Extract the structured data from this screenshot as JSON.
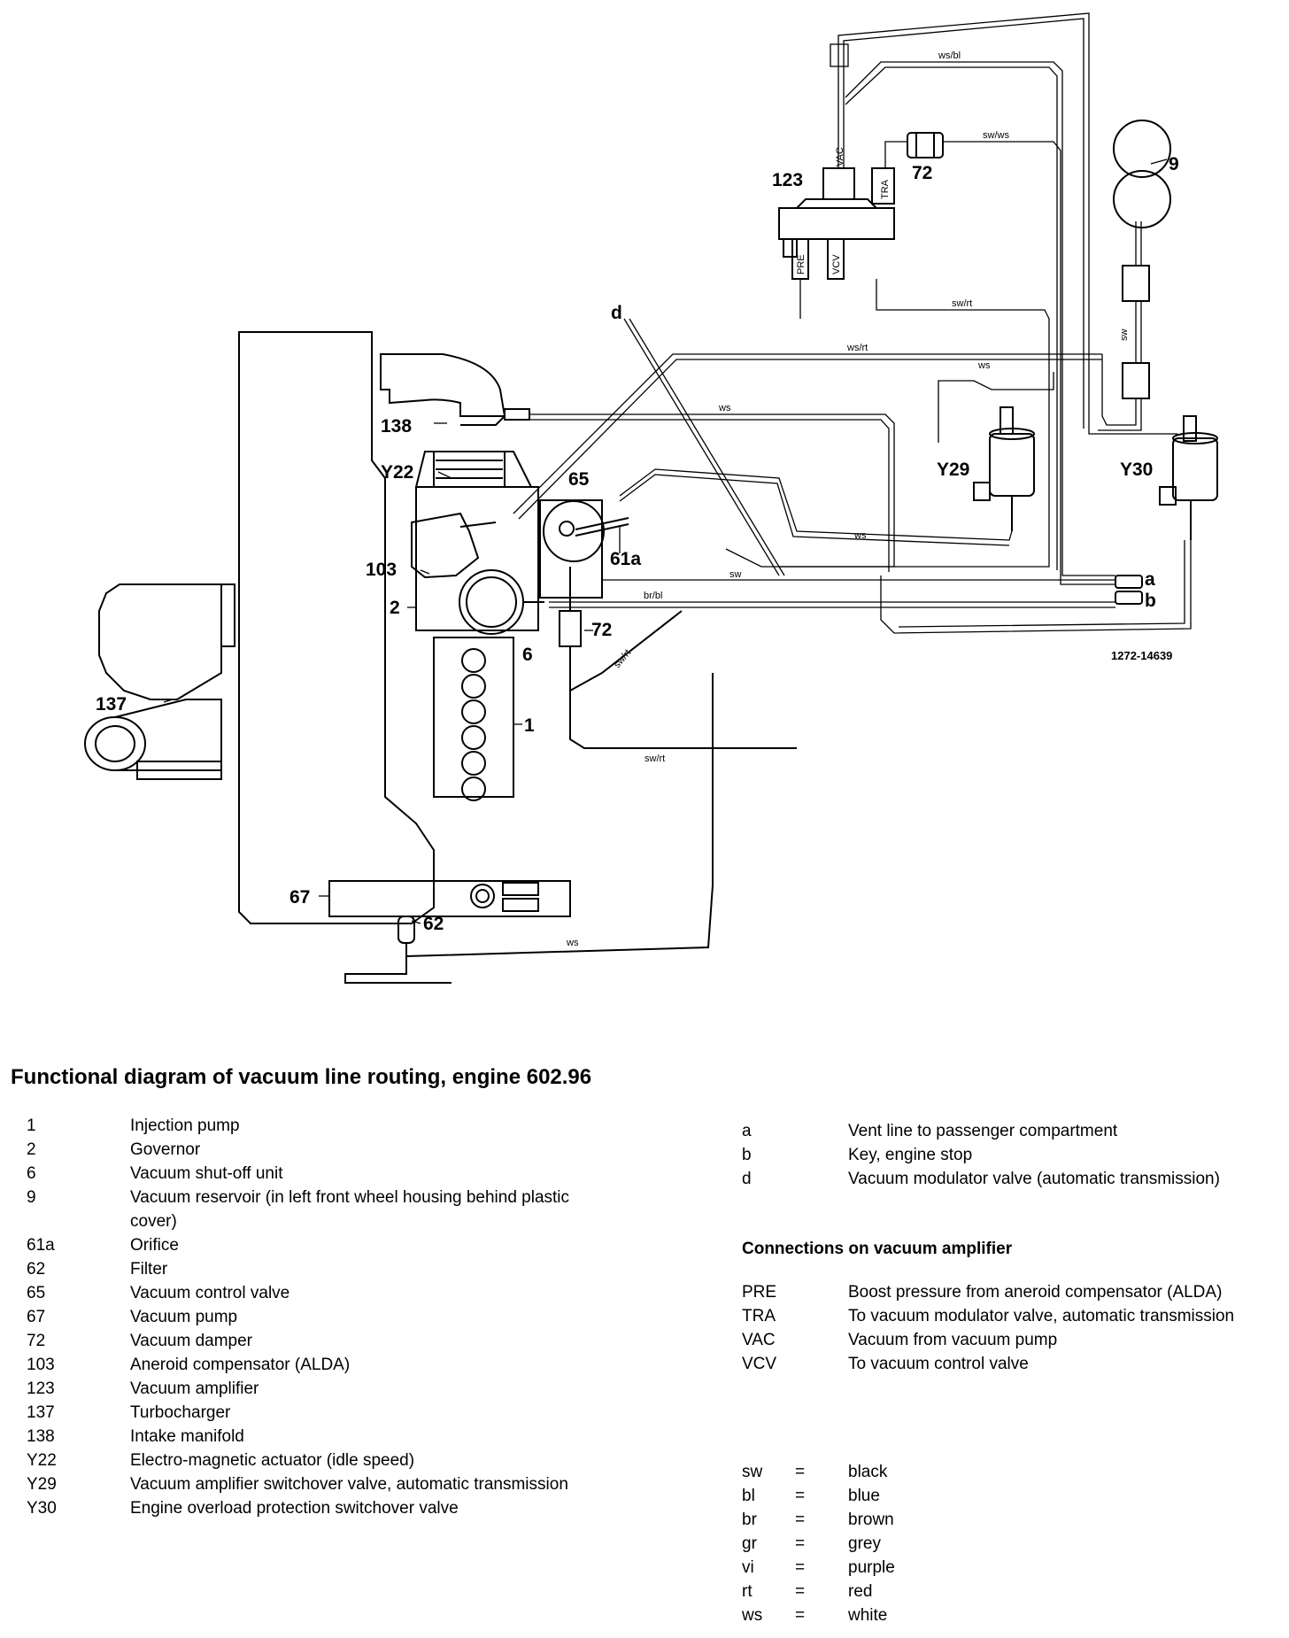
{
  "diagram": {
    "figure_number": "1272-14639",
    "component_labels": {
      "l1": "1",
      "l2": "2",
      "l6": "6",
      "l9": "9",
      "l61a": "61a",
      "l62": "62",
      "l65": "65",
      "l67": "67",
      "l72a": "72",
      "l72b": "72",
      "l103": "103",
      "l123": "123",
      "l137": "137",
      "l138": "138",
      "lY22": "Y22",
      "lY29": "Y29",
      "lY30": "Y30",
      "la": "a",
      "lb": "b",
      "ld": "d"
    },
    "port_labels": {
      "vac": "VAC",
      "tra": "TRA",
      "pre": "PRE",
      "vcv": "VCV"
    },
    "line_labels": {
      "wsbl": "ws/bl",
      "swws": "sw/ws",
      "swrt1": "sw/rt",
      "wsrt": "ws/rt",
      "ws1": "ws",
      "ws2": "ws",
      "ws3": "ws",
      "ws4": "ws",
      "sw1": "sw",
      "sw2": "sw",
      "brbl": "br/bl",
      "swrt2": "sw/rt",
      "swrt3": "sw/rt"
    }
  },
  "caption": "Functional diagram of vacuum line routing, engine 602.96",
  "legend_left": [
    {
      "key": "1",
      "text": "Injection pump"
    },
    {
      "key": "2",
      "text": "Governor"
    },
    {
      "key": "6",
      "text": "Vacuum shut-off unit"
    },
    {
      "key": "9",
      "text": "Vacuum reservoir (in left front wheel housing behind plastic cover)"
    },
    {
      "key": "61a",
      "text": "Orifice"
    },
    {
      "key": "62",
      "text": "Filter"
    },
    {
      "key": "65",
      "text": "Vacuum control valve"
    },
    {
      "key": "67",
      "text": "Vacuum pump"
    },
    {
      "key": "72",
      "text": "Vacuum damper"
    },
    {
      "key": "103",
      "text": "Aneroid compensator (ALDA)"
    },
    {
      "key": "123",
      "text": "Vacuum amplifier"
    },
    {
      "key": "137",
      "text": "Turbocharger"
    },
    {
      "key": "138",
      "text": "Intake manifold"
    },
    {
      "key": "Y22",
      "text": "Electro-magnetic actuator (idle speed)"
    },
    {
      "key": "Y29",
      "text": "Vacuum amplifier switchover valve, automatic transmission"
    },
    {
      "key": "Y30",
      "text": "Engine overload protection switchover valve"
    }
  ],
  "legend_right": [
    {
      "key": "a",
      "text": "Vent line to passenger compartment"
    },
    {
      "key": "b",
      "text": "Key, engine stop"
    },
    {
      "key": "d",
      "text": "Vacuum modulator valve (automatic transmission)"
    }
  ],
  "connections_heading": "Connections on vacuum amplifier",
  "connections": [
    {
      "key": "PRE",
      "text": "Boost pressure from aneroid compensator (ALDA)"
    },
    {
      "key": "TRA",
      "text": "To vacuum modulator valve, automatic transmission"
    },
    {
      "key": "VAC",
      "text": "Vacuum from vacuum pump"
    },
    {
      "key": "VCV",
      "text": "To vacuum control valve"
    }
  ],
  "colors": [
    {
      "key": "sw",
      "eq": "=",
      "text": "black"
    },
    {
      "key": "bl",
      "eq": "=",
      "text": "blue"
    },
    {
      "key": "br",
      "eq": "=",
      "text": "brown"
    },
    {
      "key": "gr",
      "eq": "=",
      "text": "grey"
    },
    {
      "key": "vi",
      "eq": "=",
      "text": "purple"
    },
    {
      "key": "rt",
      "eq": "=",
      "text": "red"
    },
    {
      "key": "ws",
      "eq": "=",
      "text": "white"
    }
  ]
}
